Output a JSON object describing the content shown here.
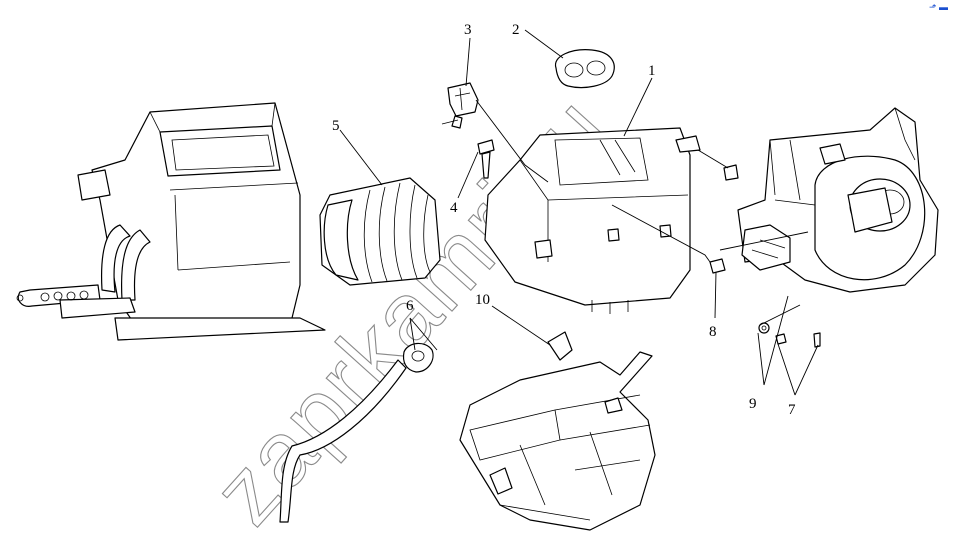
{
  "callouts": [
    {
      "id": "1",
      "label": "1"
    },
    {
      "id": "2",
      "label": "2"
    },
    {
      "id": "3",
      "label": "3"
    },
    {
      "id": "4",
      "label": "4"
    },
    {
      "id": "5",
      "label": "5"
    },
    {
      "id": "6",
      "label": "6"
    },
    {
      "id": "7",
      "label": "7"
    },
    {
      "id": "8",
      "label": "8"
    },
    {
      "id": "9",
      "label": "9"
    },
    {
      "id": "10",
      "label": "10"
    }
  ],
  "watermark": "zaprkamri.ru",
  "corner_mark": "⬏ ▬",
  "colors": {
    "line": "#000000",
    "watermark": "#8a8a8a",
    "corner": "#1a4fd0"
  }
}
